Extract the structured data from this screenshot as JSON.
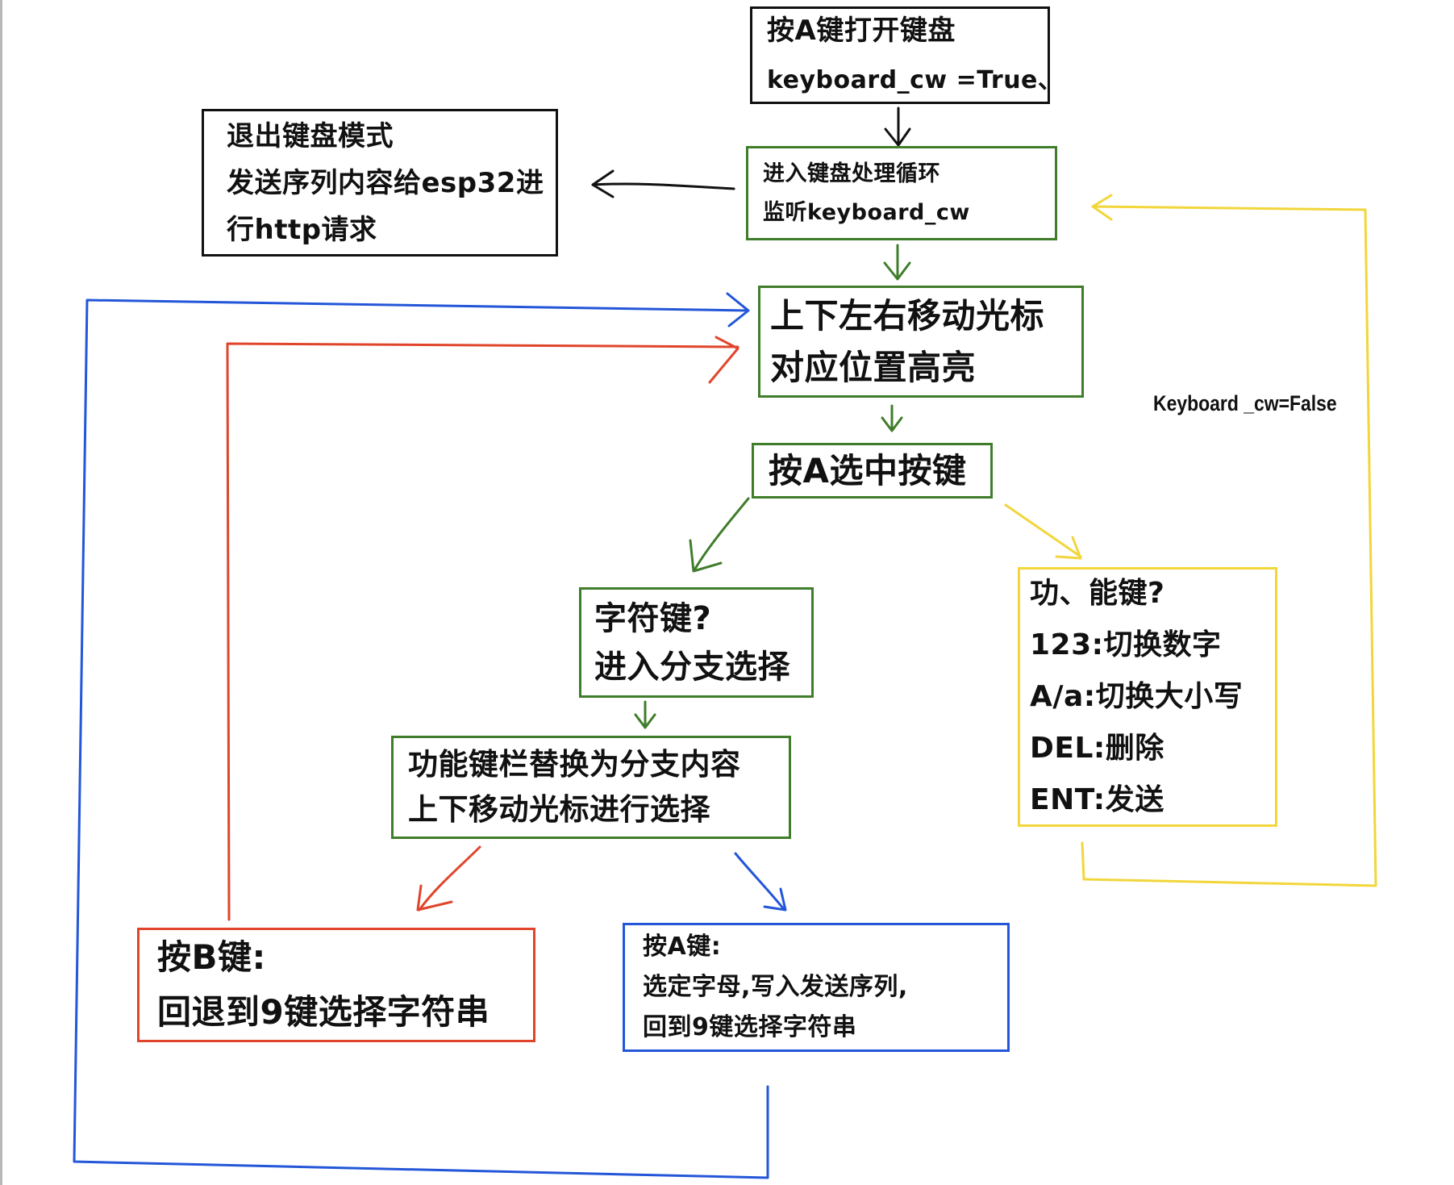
{
  "nodes": {
    "start": {
      "line1": "按A键打开键盘",
      "line2": "keyboard_cw =True、"
    },
    "exit": {
      "line1": "退出键盘模式",
      "line2": "发送序列内容给esp32进",
      "line3": "行http请求"
    },
    "loop": {
      "line1": "进入键盘处理循环",
      "line2": "监听keyboard_cw"
    },
    "move": {
      "line1": "上下左右移动光标",
      "line2": "对应位置高亮"
    },
    "select": {
      "line1": "按A选中按键"
    },
    "char": {
      "line1": "字符键?",
      "line2": "进入分支选择"
    },
    "func": {
      "line1": "功、能键?",
      "line2": "123:切换数字",
      "line3": "A/a:切换大小写",
      "line4": "DEL:删除",
      "line5": "ENT:发送"
    },
    "branch": {
      "line1": "功能键栏替换为分支内容",
      "line2": "上下移动光标进行选择"
    },
    "keyB": {
      "line1": "按B键:",
      "line2": "回退到9键选择字符串"
    },
    "keyA": {
      "line1": "按A键:",
      "line2": "选定字母,写入发送序列,",
      "line3": "回到9键选择字符串"
    }
  },
  "edge_labels": {
    "loop_back": "Keyboard _cw=False"
  },
  "colors": {
    "black": "#111111",
    "green": "#3f7d2b",
    "yellow": "#f2d63b",
    "red": "#e0452b",
    "blue": "#2356d8"
  }
}
